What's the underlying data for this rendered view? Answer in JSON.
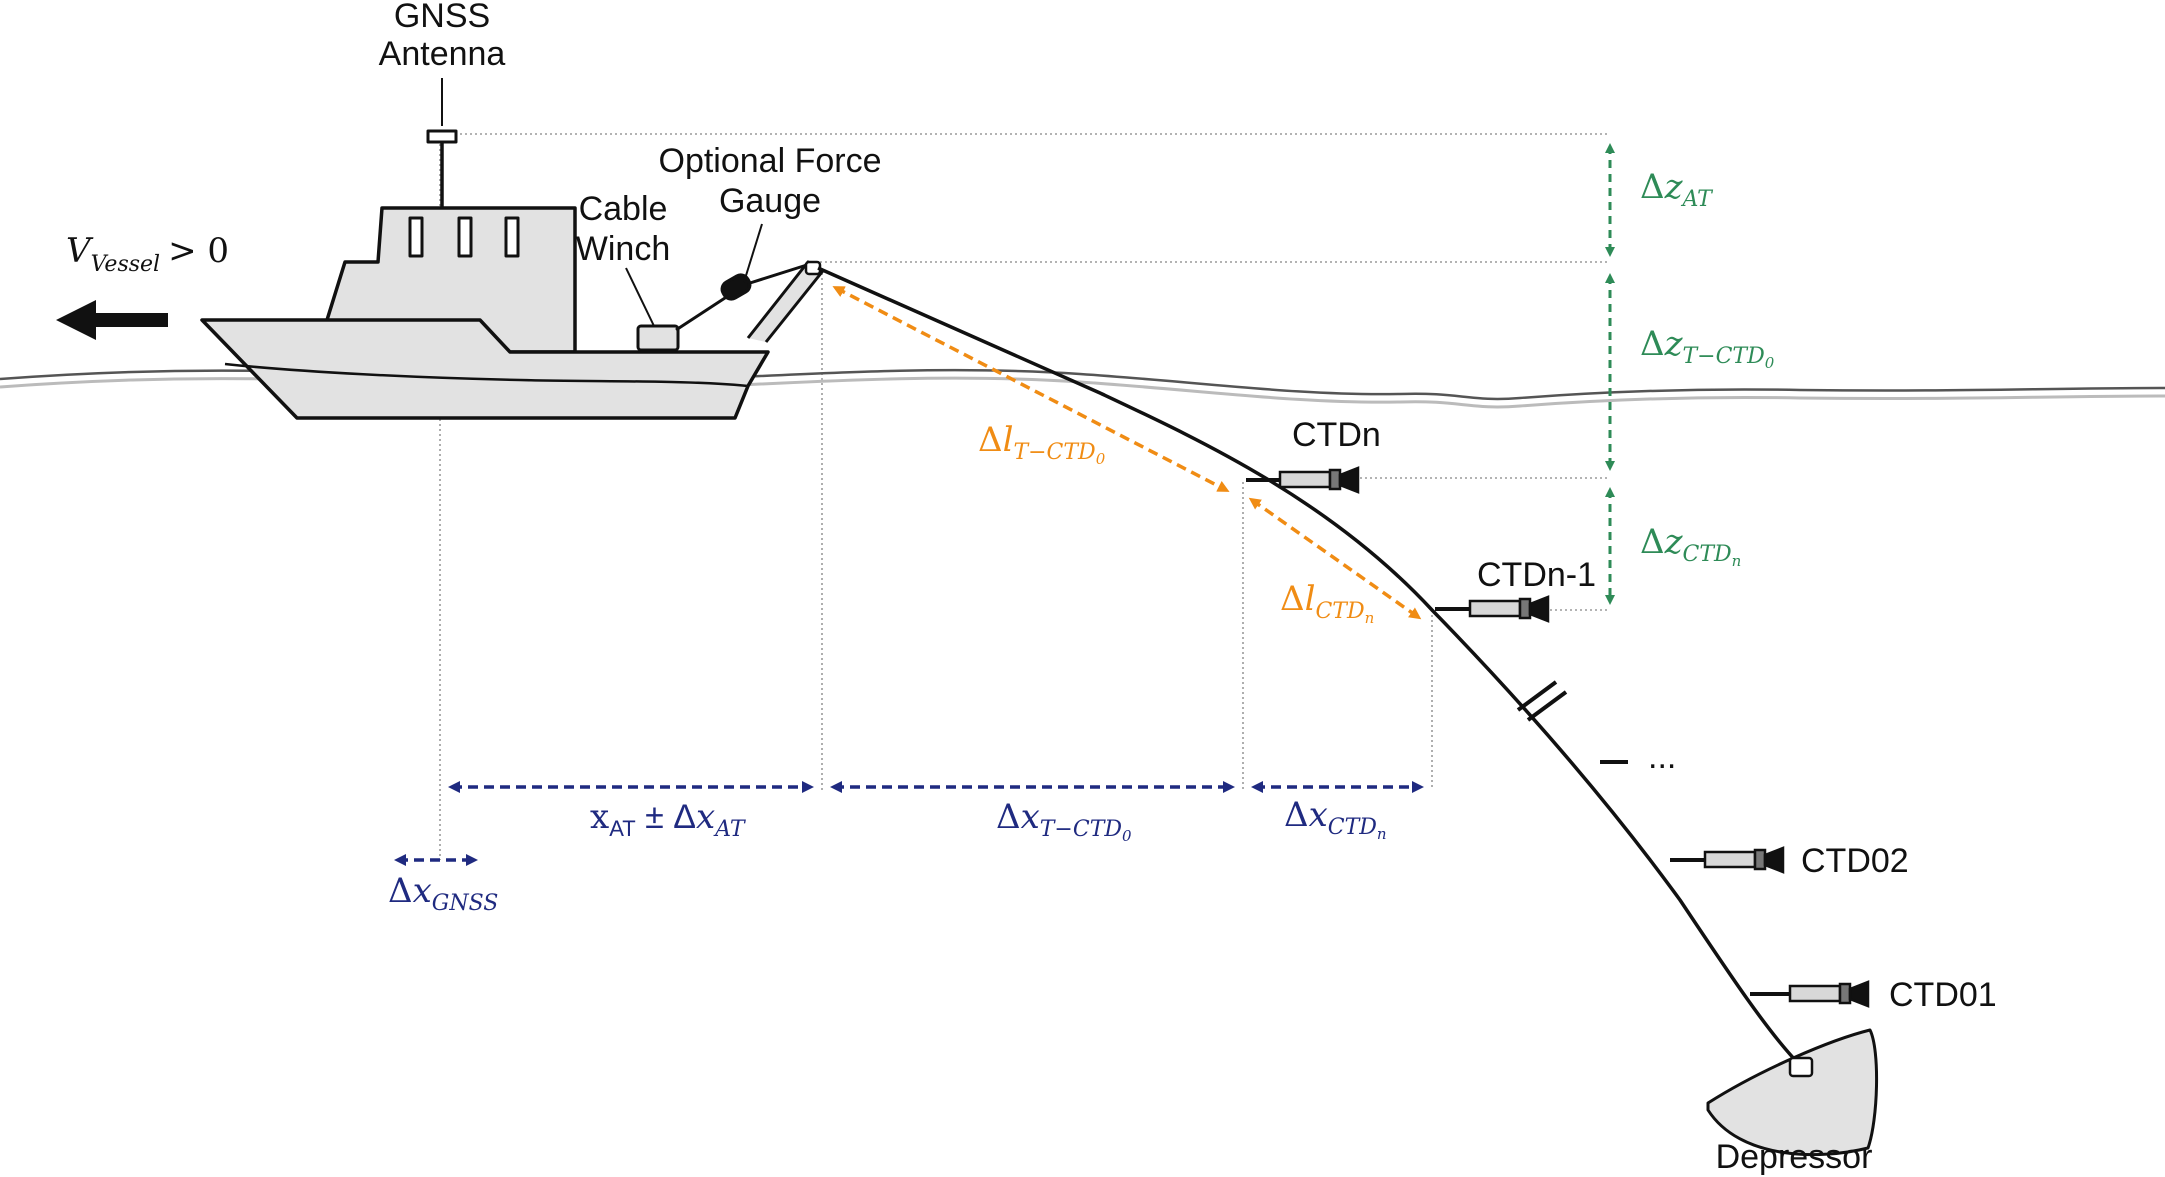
{
  "labels": {
    "gnss_antenna_line1": "GNSS",
    "gnss_antenna_line2": "Antenna",
    "force_gauge_line1": "Optional Force",
    "force_gauge_line2": "Gauge",
    "cable_winch_line1": "Cable",
    "cable_winch_line2": "Winch",
    "ctd_n": "CTDn",
    "ctd_n_minus_1": "CTDn-1",
    "ctd_02": "CTD02",
    "ctd_01": "CTD01",
    "depressor": "Depressor",
    "ellipsis": "..."
  },
  "velocity": {
    "symbol": "V",
    "subscript": "Vessel",
    "relation": "> 0"
  },
  "vertical_offsets": [
    {
      "delta": "Δ",
      "var": "z",
      "sub": "AT",
      "sub2": ""
    },
    {
      "delta": "Δ",
      "var": "z",
      "sub": "T−CTD",
      "sub2": "0"
    },
    {
      "delta": "Δ",
      "var": "z",
      "sub": "CTD",
      "sub2": "n"
    }
  ],
  "cable_lengths": [
    {
      "delta": "Δ",
      "var": "l",
      "sub": "T−CTD",
      "sub2": "0"
    },
    {
      "delta": "Δ",
      "var": "l",
      "sub": "CTD",
      "sub2": "n"
    }
  ],
  "horizontal_offsets": {
    "gnss": {
      "delta": "Δ",
      "var": "x",
      "sub": "GNSS"
    },
    "at": {
      "prefix": "x",
      "prefix_sub": "AT",
      "pm": " ± ",
      "delta": "Δ",
      "var": "x",
      "sub": "AT"
    },
    "t_ctd0": {
      "delta": "Δ",
      "var": "x",
      "sub": "T−CTD",
      "sub2": "0"
    },
    "ctd_n": {
      "delta": "Δ",
      "var": "x",
      "sub": "CTD",
      "sub2": "n"
    }
  },
  "colors": {
    "vertical_arrows": "#2e8b57",
    "cable_length_arrows": "#f08c14",
    "horizontal_arrows": "#1f2a80",
    "vessel_fill": "#e2e2e2",
    "line": "#111111",
    "guide_lines": "#9a9a9a"
  }
}
